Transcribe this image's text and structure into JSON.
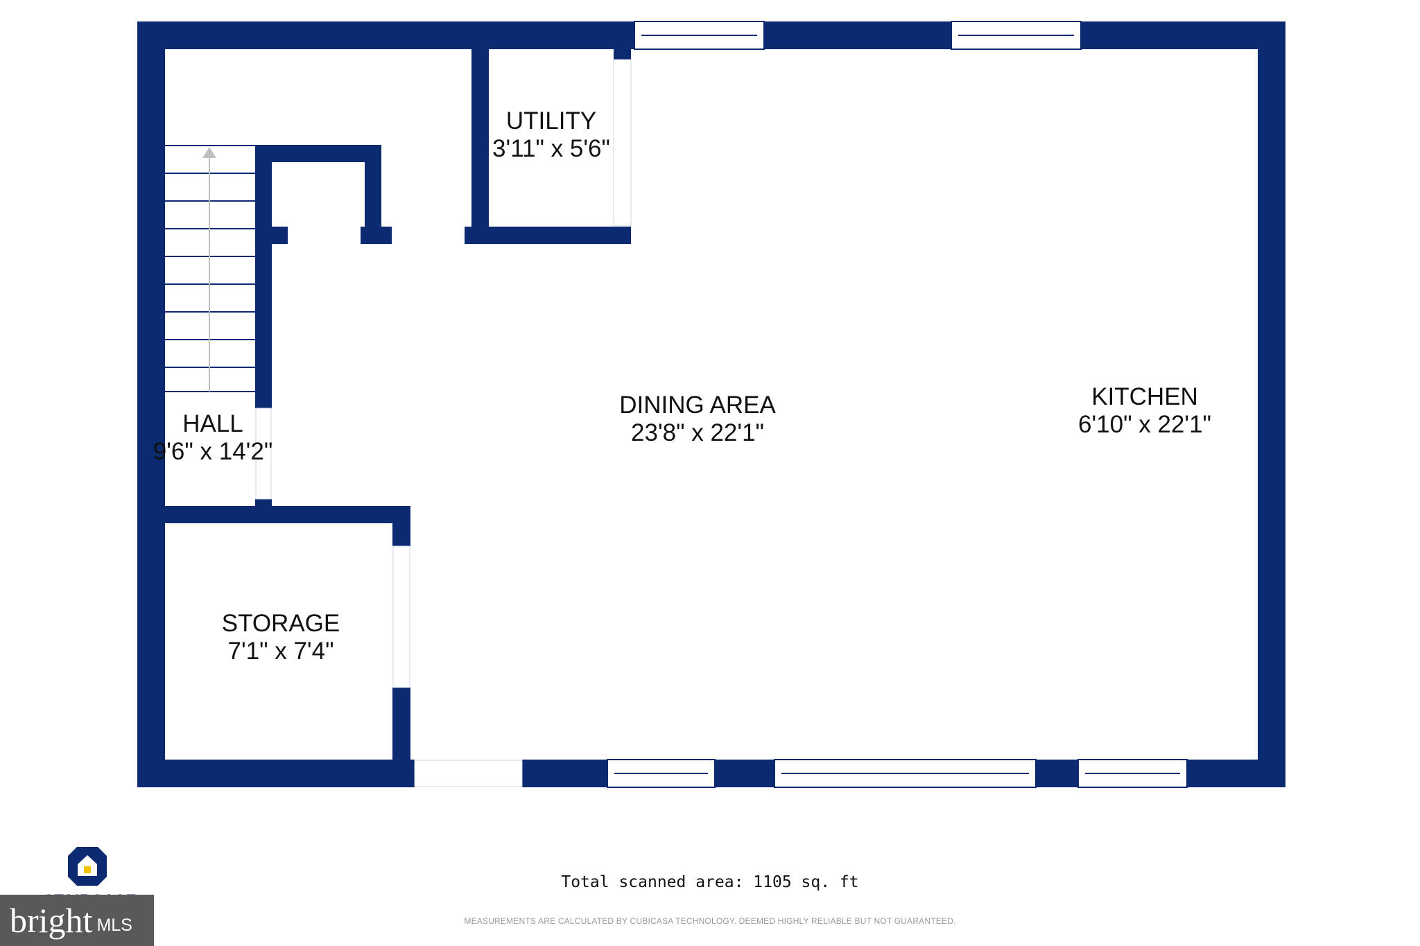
{
  "rooms": [
    {
      "name": "UTILITY",
      "size": "3'11\" x 5'6\""
    },
    {
      "name": "DINING AREA",
      "size": "23'8\" x 22'1\""
    },
    {
      "name": "KITCHEN",
      "size": "6'10\" x 22'1\""
    },
    {
      "name": "HALL",
      "size": "9'6\" x 14'2\""
    },
    {
      "name": "STORAGE",
      "size": "7'1\" x 7'4\""
    }
  ],
  "total_area": "Total scanned area: 1105 sq. ft",
  "disclaimer": "MEASUREMENTS ARE CALCULATED BY CUBICASA TECHNOLOGY. DEEMED HIGHLY RELIABLE BUT NOT GUARANTEED.",
  "logo_text": "STAIRCASE",
  "watermark": {
    "main": "bright",
    "suffix": "MLS"
  },
  "colors": {
    "wall": "#0b2a70",
    "background": "#ffffff",
    "watermark_bg": "#595959"
  }
}
